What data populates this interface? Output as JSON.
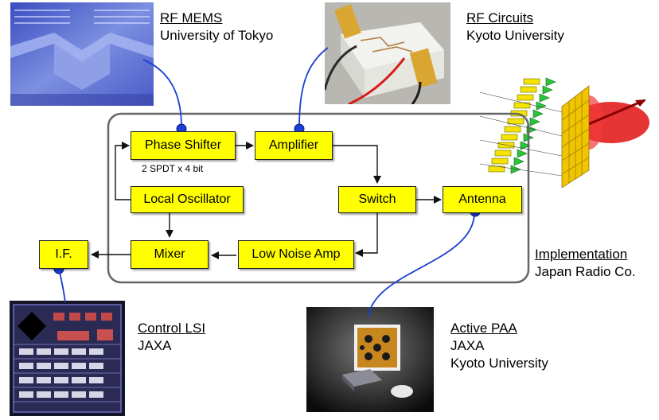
{
  "blocks": {
    "phase_shifter": "Phase Shifter",
    "amplifier": "Amplifier",
    "local_oscillator": "Local Oscillator",
    "switch": "Switch",
    "antenna": "Antenna",
    "mixer": "Mixer",
    "low_noise_amp": "Low Noise Amp",
    "if": "I.F."
  },
  "phase_shifter_note": "2 SPDT x 4 bit",
  "captions": {
    "rf_mems": {
      "title": "RF MEMS",
      "org": [
        "University of Tokyo"
      ]
    },
    "rf_circuits": {
      "title": "RF Circuits",
      "org": [
        "Kyoto University"
      ]
    },
    "implementation": {
      "title": "Implementation",
      "org": [
        "Japan Radio Co."
      ]
    },
    "control_lsi": {
      "title": "Control LSI",
      "org": [
        "JAXA"
      ]
    },
    "active_paa": {
      "title": "Active PAA",
      "org": [
        "JAXA",
        "Kyoto University"
      ]
    }
  },
  "colors": {
    "block_fill": "#ffff00",
    "connector_blue": "#1a3fd1",
    "beam_red": "#e01010"
  }
}
